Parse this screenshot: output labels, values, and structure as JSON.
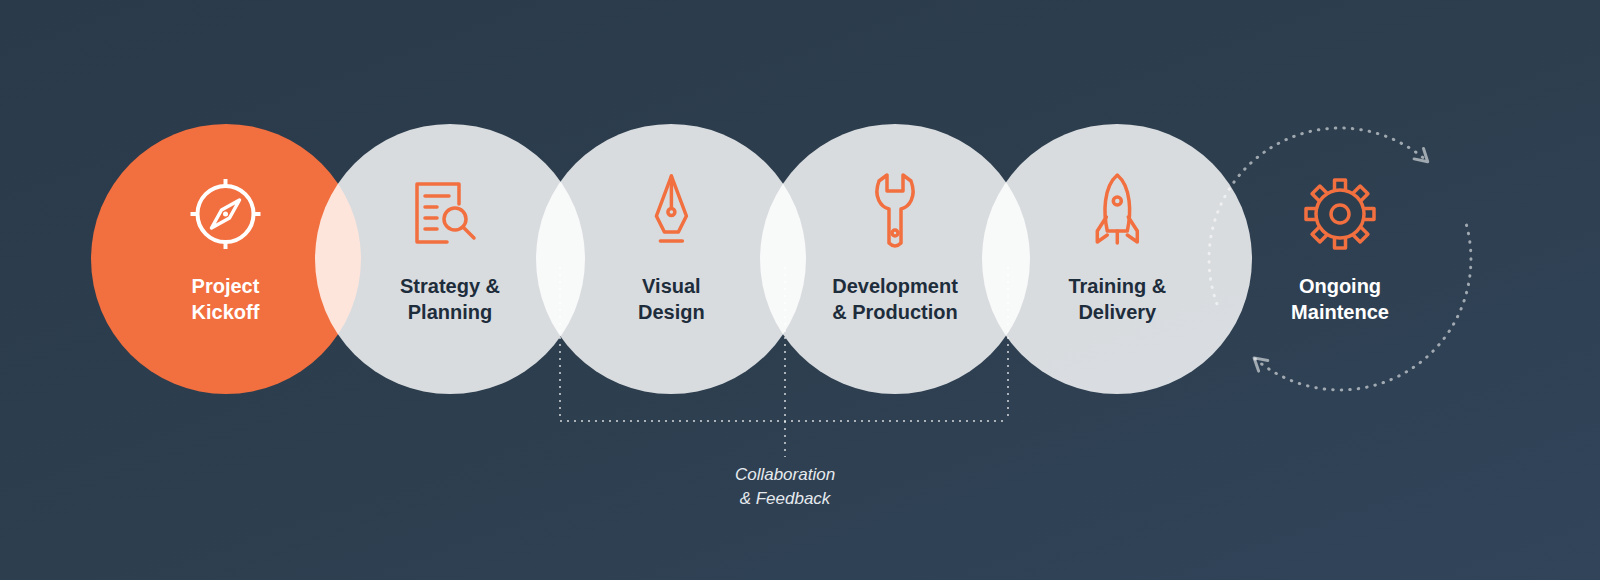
{
  "diagram": {
    "nodes": [
      {
        "text": [
          "Project Kickoff"
        ]
      },
      {
        "text": [
          "Strategy & Planning"
        ]
      },
      {
        "text": [
          "Visual Design"
        ]
      },
      {
        "text": [
          "Development & Production"
        ]
      },
      {
        "text": [
          "Training & Delivery"
        ]
      },
      {
        "text": [
          "Ongoing Maintence"
        ]
      }
    ],
    "labels": [
      "Collaboration & Feedback"
    ]
  }
}
